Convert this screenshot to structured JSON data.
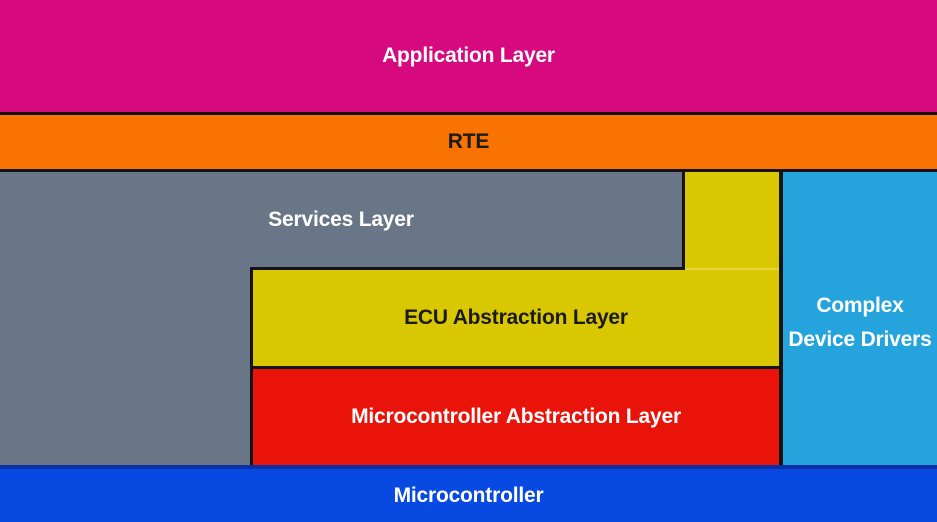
{
  "diagram": {
    "type": "layered-architecture-block-diagram",
    "layers": {
      "application": {
        "label": "Application Layer",
        "bg": "#D6097E",
        "text_color": "#FFFFFF"
      },
      "rte": {
        "label": "RTE",
        "bg": "#F87301",
        "text_color": "#1A1A1A"
      },
      "services": {
        "label": "Services Layer",
        "bg": "#697687",
        "text_color": "#FFFFFF"
      },
      "ecu_abstraction": {
        "label": "ECU Abstraction Layer",
        "bg": "#D9C801",
        "text_color": "#1A1A1A"
      },
      "microcontroller_abstraction": {
        "label": "Microcontroller Abstraction Layer",
        "bg": "#E91309",
        "text_color": "#FFFFFF"
      },
      "complex_device_drivers": {
        "label": "Complex Device Drivers",
        "bg": "#24A3DC",
        "text_color": "#FFFFFF"
      },
      "microcontroller": {
        "label": "Microcontroller",
        "bg": "#0749E1",
        "text_color": "#FFFFFF"
      }
    },
    "border_color": "#141313",
    "yellow_seam_color": "#E5D53F",
    "microcontroller_top_seam_color": "#0A2FA6"
  }
}
